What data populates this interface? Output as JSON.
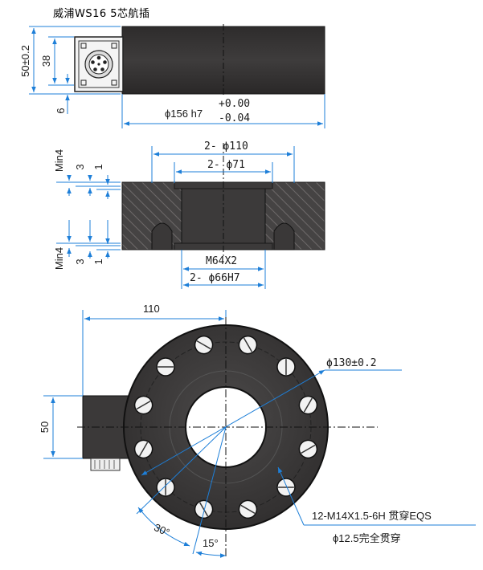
{
  "title": "威浦WS16 5芯航插",
  "colors": {
    "dim_line": "#1e7fd8",
    "body_dark": "#3a3838",
    "body_mid": "#4a4848",
    "hatch": "#6a6666",
    "connector": "#2b2b2b"
  },
  "side_view": {
    "height_label": "50±0.2",
    "connector_label": "38",
    "offset_label": "6",
    "diameter_label_main": "ϕ156 h7",
    "tol_upper": "+0.00",
    "tol_lower": "-0.04"
  },
  "section_view": {
    "bolt_circle_label": "2- ϕ110",
    "inner_label": "2- ϕ71",
    "top_min_label": "Min4",
    "top_3_label": "3",
    "top_1_label": "1",
    "bottom_min_label": "Min4",
    "bottom_3_label": "3",
    "bottom_1_label": "1",
    "thread_label": "M64X2",
    "bore_label": "2- ϕ66H7"
  },
  "top_view": {
    "offset_label": "110",
    "height_label": "50",
    "pcd_label": "ϕ130±0.2",
    "angle_30_label": "30°",
    "angle_15_label": "15°",
    "holes_label": "12-M14X1.5-6H 贯穿EQS",
    "through_label": "ϕ12.5完全贯穿"
  }
}
